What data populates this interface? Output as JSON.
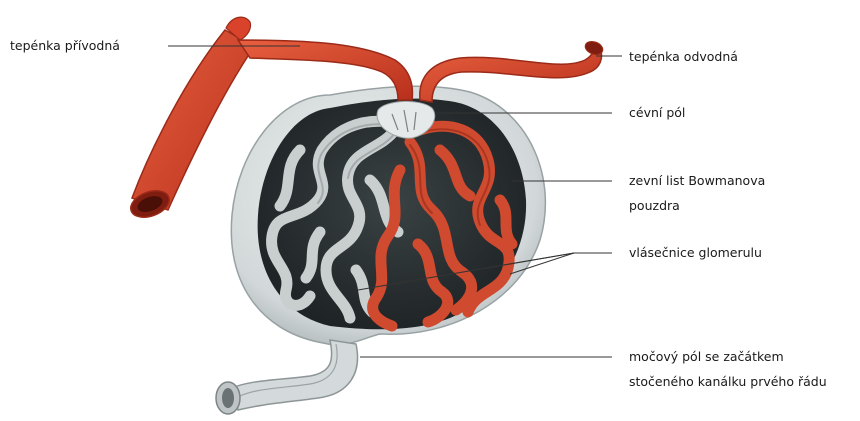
{
  "labels": {
    "afferent": "tepénka přívodná",
    "efferent": "tepénka odvodná",
    "vascular_pole": "cévní pól",
    "bowman_line1": "zevní list Bowmanova",
    "bowman_line2": "pouzdra",
    "capillaries": "vlásečnice glomerulu",
    "urinary_line1": "močový pól se začátkem",
    "urinary_line2": "stočeného kanálku prvého řádu"
  },
  "colors": {
    "artery": "#d9432b",
    "artery_dark": "#a82a18",
    "capsule": "#d4dadb",
    "capsule_edge": "#9aa3a5",
    "cavity": "#2b3133",
    "grey_loops": "#c7cccd",
    "red_loops": "#cf4a2e"
  }
}
